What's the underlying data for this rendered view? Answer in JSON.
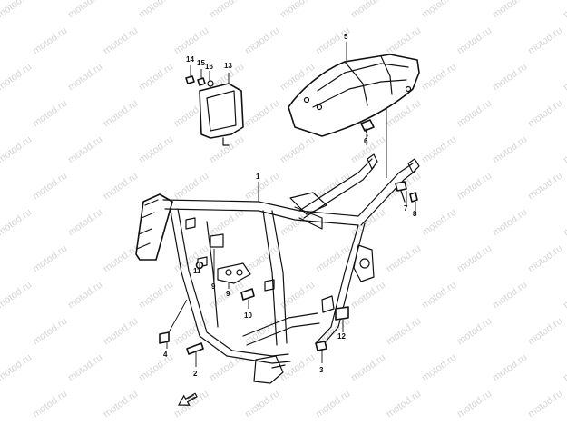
{
  "watermark": {
    "text": "motod.ru",
    "color": "#d6d6d6"
  },
  "callouts": [
    {
      "id": "1",
      "label": "1"
    },
    {
      "id": "2",
      "label": "2"
    },
    {
      "id": "3",
      "label": "3"
    },
    {
      "id": "4",
      "label": "4"
    },
    {
      "id": "5",
      "label": "5"
    },
    {
      "id": "6",
      "label": "6"
    },
    {
      "id": "7",
      "label": "7"
    },
    {
      "id": "8",
      "label": "8"
    },
    {
      "id": "9a",
      "label": "9"
    },
    {
      "id": "9b",
      "label": "9"
    },
    {
      "id": "10",
      "label": "10"
    },
    {
      "id": "11",
      "label": "11"
    },
    {
      "id": "12",
      "label": "12"
    },
    {
      "id": "13",
      "label": "13"
    },
    {
      "id": "14",
      "label": "14"
    },
    {
      "id": "15",
      "label": "15"
    },
    {
      "id": "16",
      "label": "16"
    }
  ],
  "front_arrow": {
    "icon": "front-direction-arrow-icon"
  }
}
